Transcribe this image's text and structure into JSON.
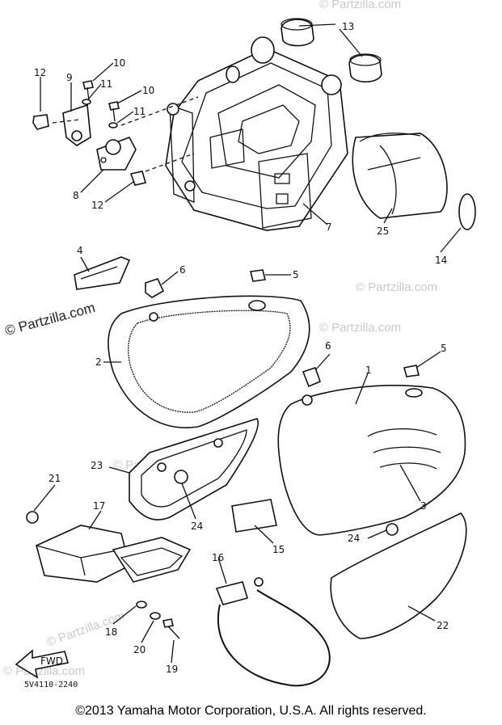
{
  "watermark": {
    "main": "© Partzilla.com",
    "faint": "© Partzilla.com"
  },
  "callouts": {
    "c1": "1",
    "c2": "2",
    "c3": "3",
    "c4": "4",
    "c5a": "5",
    "c5b": "5",
    "c6a": "6",
    "c6b": "6",
    "c7": "7",
    "c8": "8",
    "c9": "9",
    "c10a": "10",
    "c10b": "10",
    "c11a": "11",
    "c11b": "11",
    "c12a": "12",
    "c12b": "12",
    "c13": "13",
    "c14": "14",
    "c15": "15",
    "c16": "16",
    "c17": "17",
    "c18": "18",
    "c19": "19",
    "c20": "20",
    "c21": "21",
    "c22": "22",
    "c23": "23",
    "c24a": "24",
    "c24b": "24",
    "c25": "25"
  },
  "arrow_label": "FWD",
  "diagram_code": "5V4110-2240",
  "copyright": "©2013  Yamaha Motor Corporation, U.S.A. All rights reserved."
}
